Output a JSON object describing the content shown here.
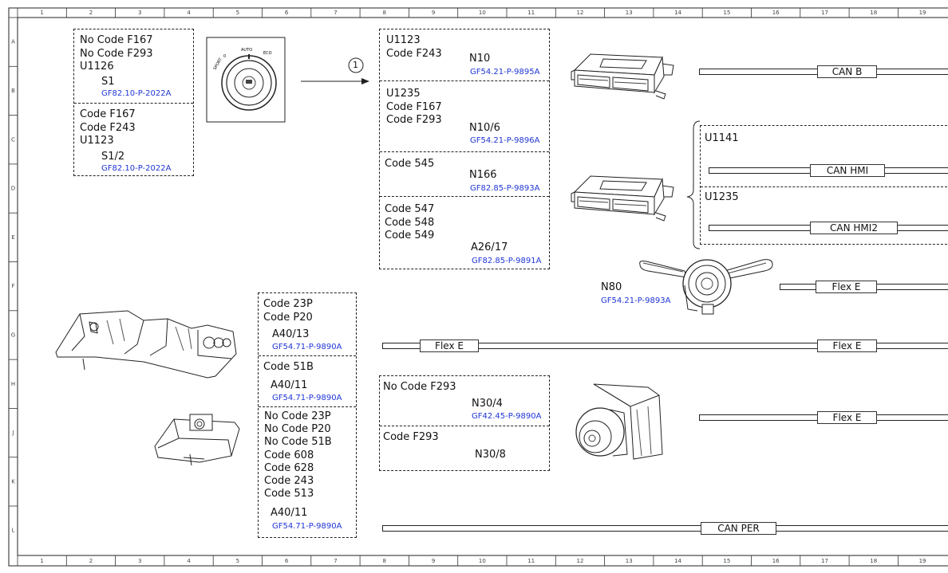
{
  "grid": {
    "columns": [
      "1",
      "2",
      "3",
      "4",
      "5",
      "6",
      "7",
      "8",
      "9",
      "10",
      "11",
      "12",
      "13",
      "14",
      "15",
      "16",
      "17",
      "18",
      "19"
    ],
    "rows": [
      "A",
      "B",
      "C",
      "D",
      "E",
      "F",
      "G",
      "H",
      "J",
      "K",
      "L"
    ]
  },
  "s1_box": {
    "s1": {
      "lines": "No Code F167\nNo Code F293\nU1126",
      "component": "S1",
      "ref": "GF82.10-P-2022A"
    },
    "s1_2": {
      "lines": "Code F167\nCode F243\nU1123",
      "component": "S1/2",
      "ref": "GF82.10-P-2022A"
    }
  },
  "switch": {
    "marks": [
      "0",
      "AUTO",
      "ECO",
      "SPORT"
    ]
  },
  "callout": "1",
  "n10_box": {
    "n10": {
      "lines": "U1123\nCode F243",
      "component": "N10",
      "ref": "GF54.21-P-9895A"
    },
    "n10_6": {
      "lines": "U1235\nCode F167\nCode F293",
      "component": "N10/6",
      "ref": "GF54.21-P-9896A"
    },
    "n166": {
      "lines": "Code 545",
      "component": "N166",
      "ref": "GF82.85-P-9893A"
    },
    "a26_17": {
      "lines": "Code 547\nCode 548\nCode 549",
      "component": "A26/17",
      "ref": "GF82.85-P-9891A"
    }
  },
  "hmi_group": {
    "u1141": "U1141",
    "u1235": "U1235"
  },
  "n80": {
    "component": "N80",
    "ref": "GF54.21-P-9893A"
  },
  "a40_box": {
    "a40_13": {
      "lines": "Code 23P\nCode P20",
      "component": "A40/13",
      "ref": "GF54.71-P-9890A"
    },
    "a40_11a": {
      "lines": "Code 51B",
      "component": "A40/11",
      "ref": "GF54.71-P-9890A"
    },
    "a40_11b": {
      "lines": "No Code 23P\nNo Code P20\nNo Code 51B\nCode 608\nCode 628\nCode 243\nCode 513",
      "component": "A40/11",
      "ref": "GF54.71-P-9890A"
    }
  },
  "n30_box": {
    "n30_4": {
      "lines": "No Code F293",
      "component": "N30/4",
      "ref": "GF42.45-P-9890A"
    },
    "n30_8": {
      "lines": "Code F293",
      "component": "N30/8"
    }
  },
  "buses": {
    "can_b": "CAN B",
    "can_hmi": "CAN HMI",
    "can_hmi2": "CAN HMI2",
    "flex_e": "Flex E",
    "can_per": "CAN PER"
  }
}
